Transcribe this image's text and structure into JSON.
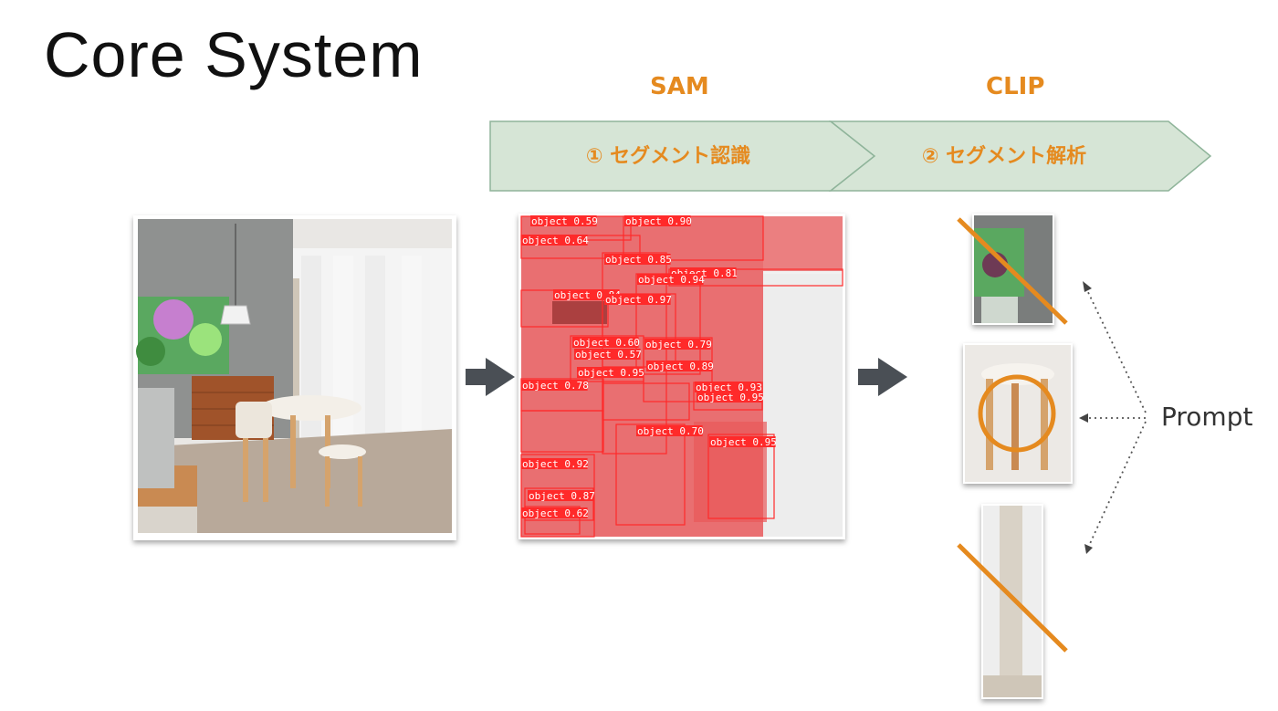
{
  "title": "Core System",
  "stages": [
    {
      "model": "SAM",
      "step": "① セグメント認識"
    },
    {
      "model": "CLIP",
      "step": "② セグメント解析"
    }
  ],
  "sam_labels": [
    "object 0.59",
    "object 0.90",
    "object 0.64",
    "object 0.85",
    "object 0.81",
    "object 0.94",
    "object 0.84",
    "object 0.97",
    "object 0.60",
    "object 0.79",
    "object 0.57",
    "object 0.89",
    "object 0.95",
    "object 0.78",
    "object 0.93",
    "object 0.95",
    "object 0.70",
    "object 0.95",
    "object 0.92",
    "object 0.87",
    "object 0.62"
  ],
  "prompt_label": "Prompt",
  "colors": {
    "accent": "#e58a1f",
    "banner": "#d6e5d6",
    "banner_border": "#8fb49a",
    "arrow": "#4a4f55",
    "mask": "#e8585a"
  }
}
